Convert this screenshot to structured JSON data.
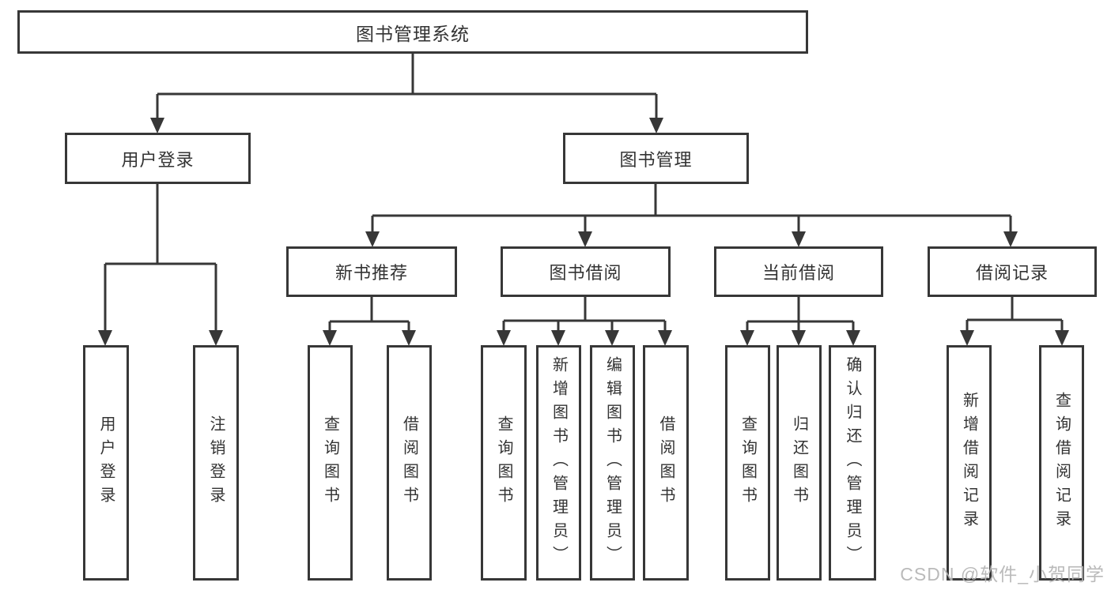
{
  "tree": {
    "root": {
      "label": "图书管理系统"
    },
    "branches": [
      {
        "label": "用户登录",
        "children": [
          {
            "label": "用户登录"
          },
          {
            "label": "注销登录"
          }
        ]
      },
      {
        "label": "图书管理",
        "groups": [
          {
            "label": "新书推荐",
            "children": [
              {
                "label": "查询图书"
              },
              {
                "label": "借阅图书"
              }
            ]
          },
          {
            "label": "图书借阅",
            "children": [
              {
                "label": "查询图书"
              },
              {
                "label": "新增图书（管理员）"
              },
              {
                "label": "编辑图书（管理员）"
              },
              {
                "label": "借阅图书"
              }
            ]
          },
          {
            "label": "当前借阅",
            "children": [
              {
                "label": "查询图书"
              },
              {
                "label": "归还图书"
              },
              {
                "label": "确认归还（管理员）"
              }
            ]
          },
          {
            "label": "借阅记录",
            "children": [
              {
                "label": "新增借阅记录"
              },
              {
                "label": "查询借阅记录"
              }
            ]
          }
        ]
      }
    ]
  },
  "watermark": {
    "text": "CSDN @软件_小贺同学"
  },
  "colors": {
    "line": "#373737",
    "text": "#333333",
    "watermark": "#b5b5b5",
    "background": "#ffffff"
  }
}
